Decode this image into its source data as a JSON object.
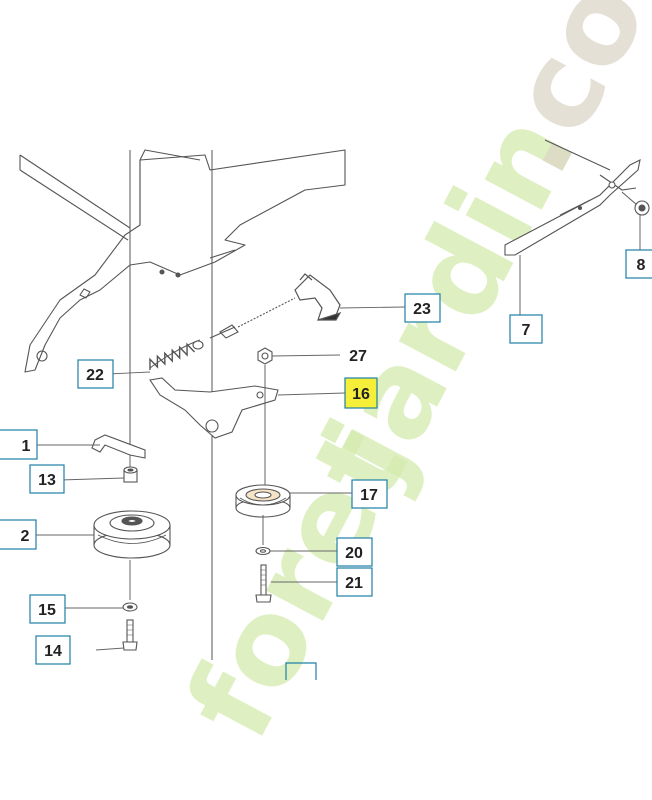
{
  "diagram": {
    "callouts": [
      "1",
      "2",
      "7",
      "8",
      "13",
      "14",
      "15",
      "16",
      "17",
      "20",
      "21",
      "22",
      "23",
      "27"
    ],
    "highlighted": "16",
    "colors": {
      "callout_border": "#1f7fa6",
      "highlight_fill": "#f5ef3a",
      "line": "#555555",
      "watermark_green": "#cde6a4",
      "watermark_orange": "#f7c98a",
      "watermark_gray": "#d8d2c4"
    }
  },
  "watermark": {
    "word1": "foret",
    "word2": "jardin",
    "suffix": ".com"
  }
}
